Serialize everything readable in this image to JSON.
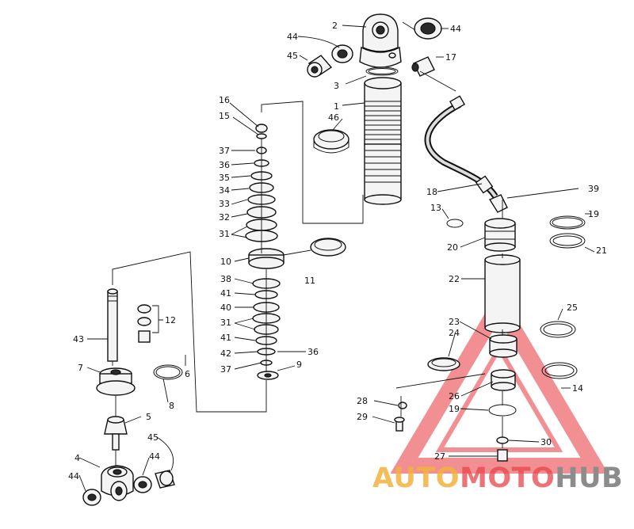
{
  "labels": {
    "l1": "1",
    "l2": "2",
    "l3": "3",
    "l4": "4",
    "l5": "5",
    "l6": "6",
    "l7": "7",
    "l8": "8",
    "l9": "9",
    "l10": "10",
    "l11": "11",
    "l12": "12",
    "l13": "13",
    "l14": "14",
    "l15": "15",
    "l16": "16",
    "l17": "17",
    "l18": "18",
    "l19a": "19",
    "l19b": "19",
    "l20": "20",
    "l21": "21",
    "l22": "22",
    "l23": "23",
    "l24": "24",
    "l25": "25",
    "l26": "26",
    "l27": "27",
    "l28": "28",
    "l29": "29",
    "l30": "30",
    "l31a": "31",
    "l31b": "31",
    "l32": "32",
    "l33": "33",
    "l34": "34",
    "l35": "35",
    "l36a": "36",
    "l36b": "36",
    "l37a": "37",
    "l37b": "37",
    "l38": "38",
    "l39": "39",
    "l40": "40",
    "l41a": "41",
    "l41b": "41",
    "l42": "42",
    "l43": "43",
    "l44a": "44",
    "l44b": "44",
    "l44c": "44",
    "l44d": "44",
    "l45a": "45",
    "l45b": "45",
    "l46": "46"
  },
  "watermark": {
    "part1": "AUTO",
    "part2": "MOTO",
    "part3": "HUB",
    "color_red": "#e8454a",
    "color_yellow": "#f2b33d",
    "color_gray": "#8c8c8c"
  }
}
